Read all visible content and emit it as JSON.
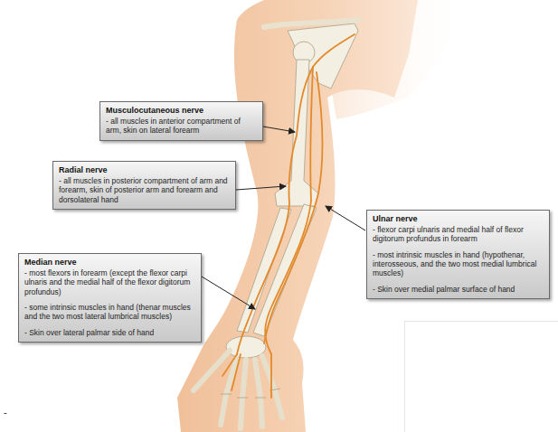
{
  "diagram": {
    "nodes": [
      {
        "text": [
          "Musculocutaneous nerve",
          "- all muscles in anterior compartment of arm, skin on lateral forearm"
        ]
      },
      {
        "text": [
          "Radial nerve",
          "- all muscles in posterior compartment of arm and forearm, skin of posterior arm and forearm and dorsolateral hand"
        ]
      },
      {
        "text": [
          "Ulnar nerve",
          "- flexor carpi ulnaris and medial half of flexor digitorum profundus in forearm",
          "- most intrinsic muscles in hand (hypothenar, interosseous, and the two most medial lumbrical muscles)",
          "- Skin over medial palmar surface of hand"
        ]
      },
      {
        "text": [
          "Median nerve",
          "- most flexors in forearm (except the flexor carpi ulnaris and the medial half of the flexor digitorum profundus)",
          "- some intrinsic muscles in hand (thenar muscles and the two most lateral lumbrical muscles)",
          "- Skin over lateral palmar side of hand"
        ]
      }
    ],
    "labels": [
      "-"
    ]
  }
}
